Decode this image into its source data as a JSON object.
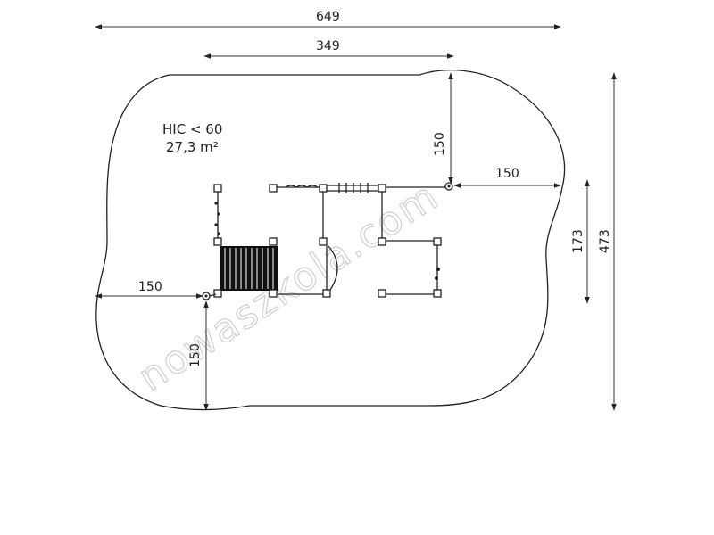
{
  "dimensions": {
    "overall_width": "649",
    "structure_width": "349",
    "top_clearance": "150",
    "right_clearance": "150",
    "left_clearance": "150",
    "bottom_clearance": "150",
    "structure_depth": "173",
    "overall_depth": "473"
  },
  "safety_zone": {
    "hic_label": "HIC < 60",
    "area_label": "27,3 m²"
  },
  "watermark": "nowaszkola.com"
}
